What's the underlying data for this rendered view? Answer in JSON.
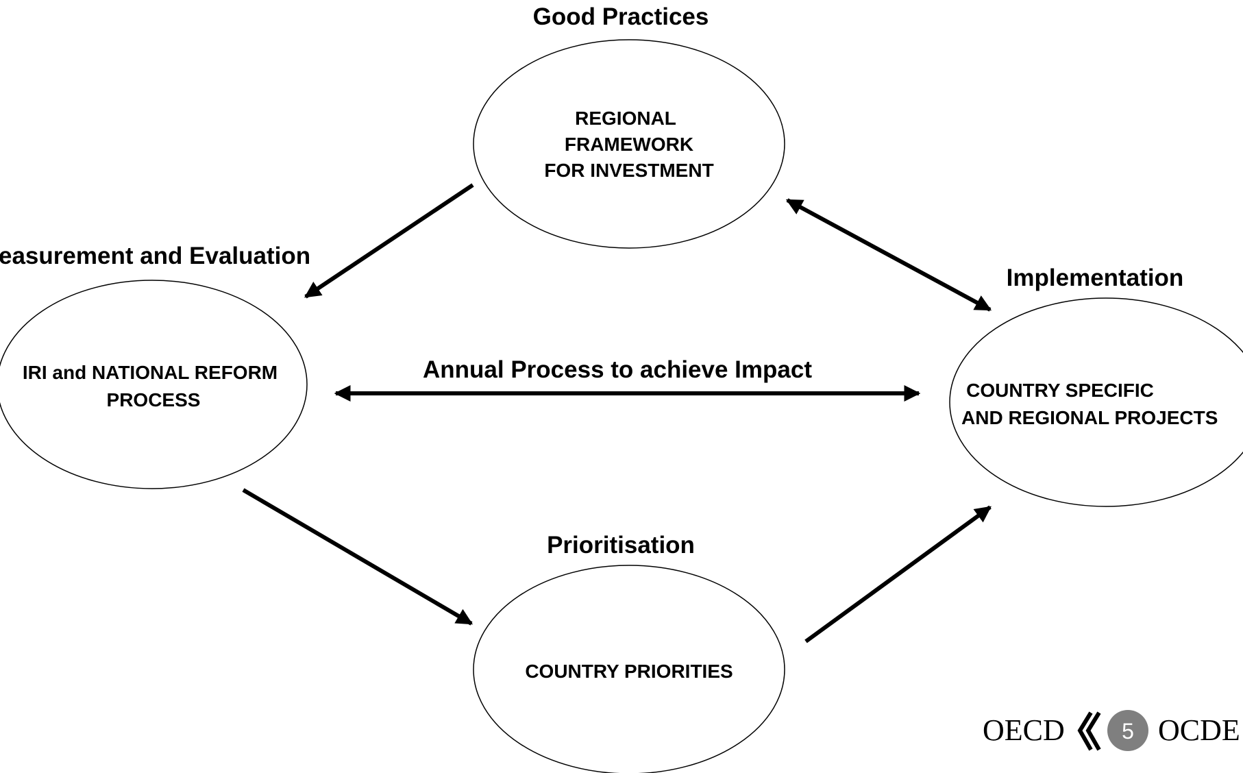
{
  "colors": {
    "stroke": "#000000",
    "background": "#ffffff",
    "badge": "#7f7f7f",
    "badge_text": "#ffffff"
  },
  "diagram": {
    "labels": {
      "good_practices": "Good Practices",
      "measurement": "easurement and Evaluation",
      "implementation": "Implementation",
      "prioritisation": "Prioritisation",
      "annual_process": "Annual Process to achieve Impact"
    },
    "nodes": {
      "regional_framework": [
        "REGIONAL",
        "FRAMEWORK",
        "FOR INVESTMENT"
      ],
      "iri_reform": [
        "IRI and NATIONAL REFORM",
        "PROCESS"
      ],
      "country_projects": [
        "COUNTRY SPECIFIC",
        "AND REGIONAL PROJECTS"
      ],
      "country_priorities": [
        "COUNTRY PRIORITIES"
      ]
    }
  },
  "footer": {
    "logo_left": "OECD",
    "logo_right": "OCDE",
    "page_number": "5",
    "logo_icon": "double-chevron-left-icon"
  }
}
